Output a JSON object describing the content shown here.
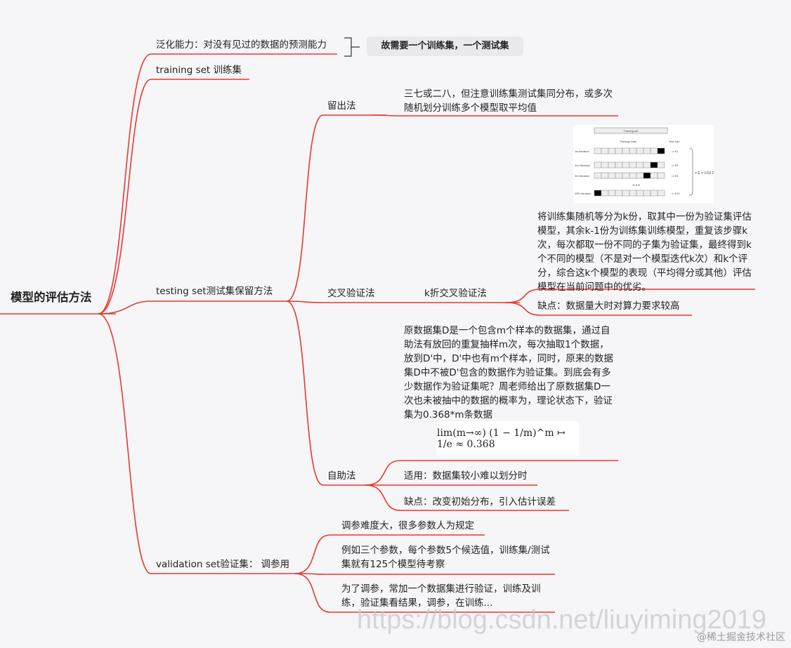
{
  "root": "模型的评估方法",
  "level1": [
    {
      "label": "泛化能力：对没有见过的数据的预测能力",
      "callout": "故需要一个训练集，一个测试集"
    },
    {
      "label": "training set 训练集"
    },
    {
      "label": "testing set测试集保留方法"
    },
    {
      "label": "validation set验证集： 调参用"
    }
  ],
  "holdout": {
    "label": "留出法",
    "detail": "三七或二八，但注意训练集测试集同分布，或多次随机划分训练多个模型取平均值"
  },
  "cv": {
    "label": "交叉验证法",
    "kfold": "k折交叉验证法",
    "image_text": {
      "title": "Training set",
      "folds": "Training folds",
      "test": "Test fold",
      "rows": [
        "1st iteration",
        "2nd iteration",
        "3rd iteration",
        "10th iteration"
      ],
      "errors": [
        "E1",
        "E2",
        "E3",
        "E10"
      ]
    },
    "detail": "将训练集随机等分为k份，取其中一份为验证集评估模型，其余k-1份为训练集训练模型，重复该步骤k次，每次都取一份不同的子集为验证集，最终得到k个不同的模型（不是对一个模型迭代k次）和k个评分，综合这k个模型的表现（平均得分或其他）评估模型在当前问题中的优劣。",
    "cons": "缺点：数据量大时对算力要求较高"
  },
  "bootstrap": {
    "label": "自助法",
    "detail": "原数据集D是一个包含m个样本的数据集，通过自助法有放回的重复抽样m次，每次抽取1个数据，放到D'中，D'中也有m个样本，同时，原来的数据集D中不被D'包含的数据作为验证集。到底会有多少数据作为验证集呢？周老师给出了原数据集D一次也未被抽中的数据的概率为，理论状态下，验证集为0.368*m条数据",
    "formula": "lim(m→∞) (1 − 1/m)^m ↦ 1/e ≈ 0.368",
    "use": "适用：数据集较小难以划分时",
    "cons": "缺点：改变初始分布，引入估计误差"
  },
  "validation": [
    "调参难度大，很多参数人为规定",
    "例如三个参数，每个参数5个候选值，训练集/测试集就有125个模型待考察",
    "为了调参，常加一个数据集进行验证，训练及训练，验证集看结果，调参，在训练..."
  ],
  "watermark": "https://blog.csdn.net/liuyiming2019",
  "watermark2": "@稀土掘金技术社区",
  "colors": {
    "line": "#e8392e",
    "background": "#f6f6f8",
    "callout": "#e9e9ec"
  }
}
